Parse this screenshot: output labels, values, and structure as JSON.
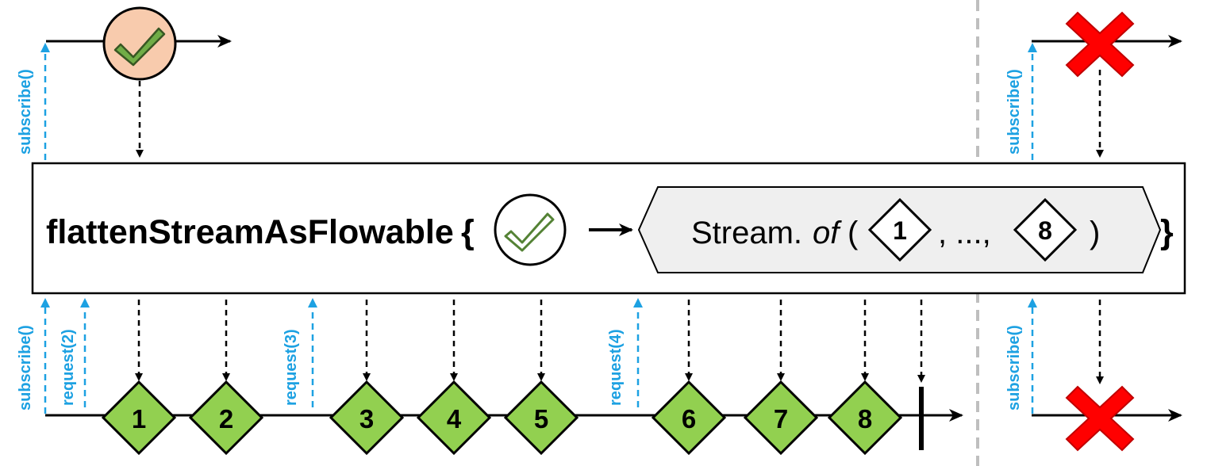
{
  "operator": {
    "name": "flattenStreamAsFlowable",
    "open_brace": "{",
    "close_brace": "}",
    "stream_prefix": "Stream.",
    "stream_method": "of",
    "paren_open": "(",
    "separator": ", ...,",
    "paren_close": ")",
    "stream_first": "1",
    "stream_last": "8"
  },
  "output_items": [
    "1",
    "2",
    "3",
    "4",
    "5",
    "6",
    "7",
    "8"
  ],
  "requests": {
    "subscribe": "subscribe()",
    "request_2": "request(2)",
    "request_3": "request(3)",
    "request_4": "request(4)"
  },
  "colors": {
    "success_circle": "#f8cbad",
    "checkmark": "#548235",
    "item_fill": "#92d050",
    "request_arrow": "#1da1e2",
    "error_cross": "#ff0000",
    "separator": "#bfbfbf",
    "stream_fill": "#efefef"
  },
  "icons": {
    "success": "check-icon",
    "error": "cross-icon"
  }
}
